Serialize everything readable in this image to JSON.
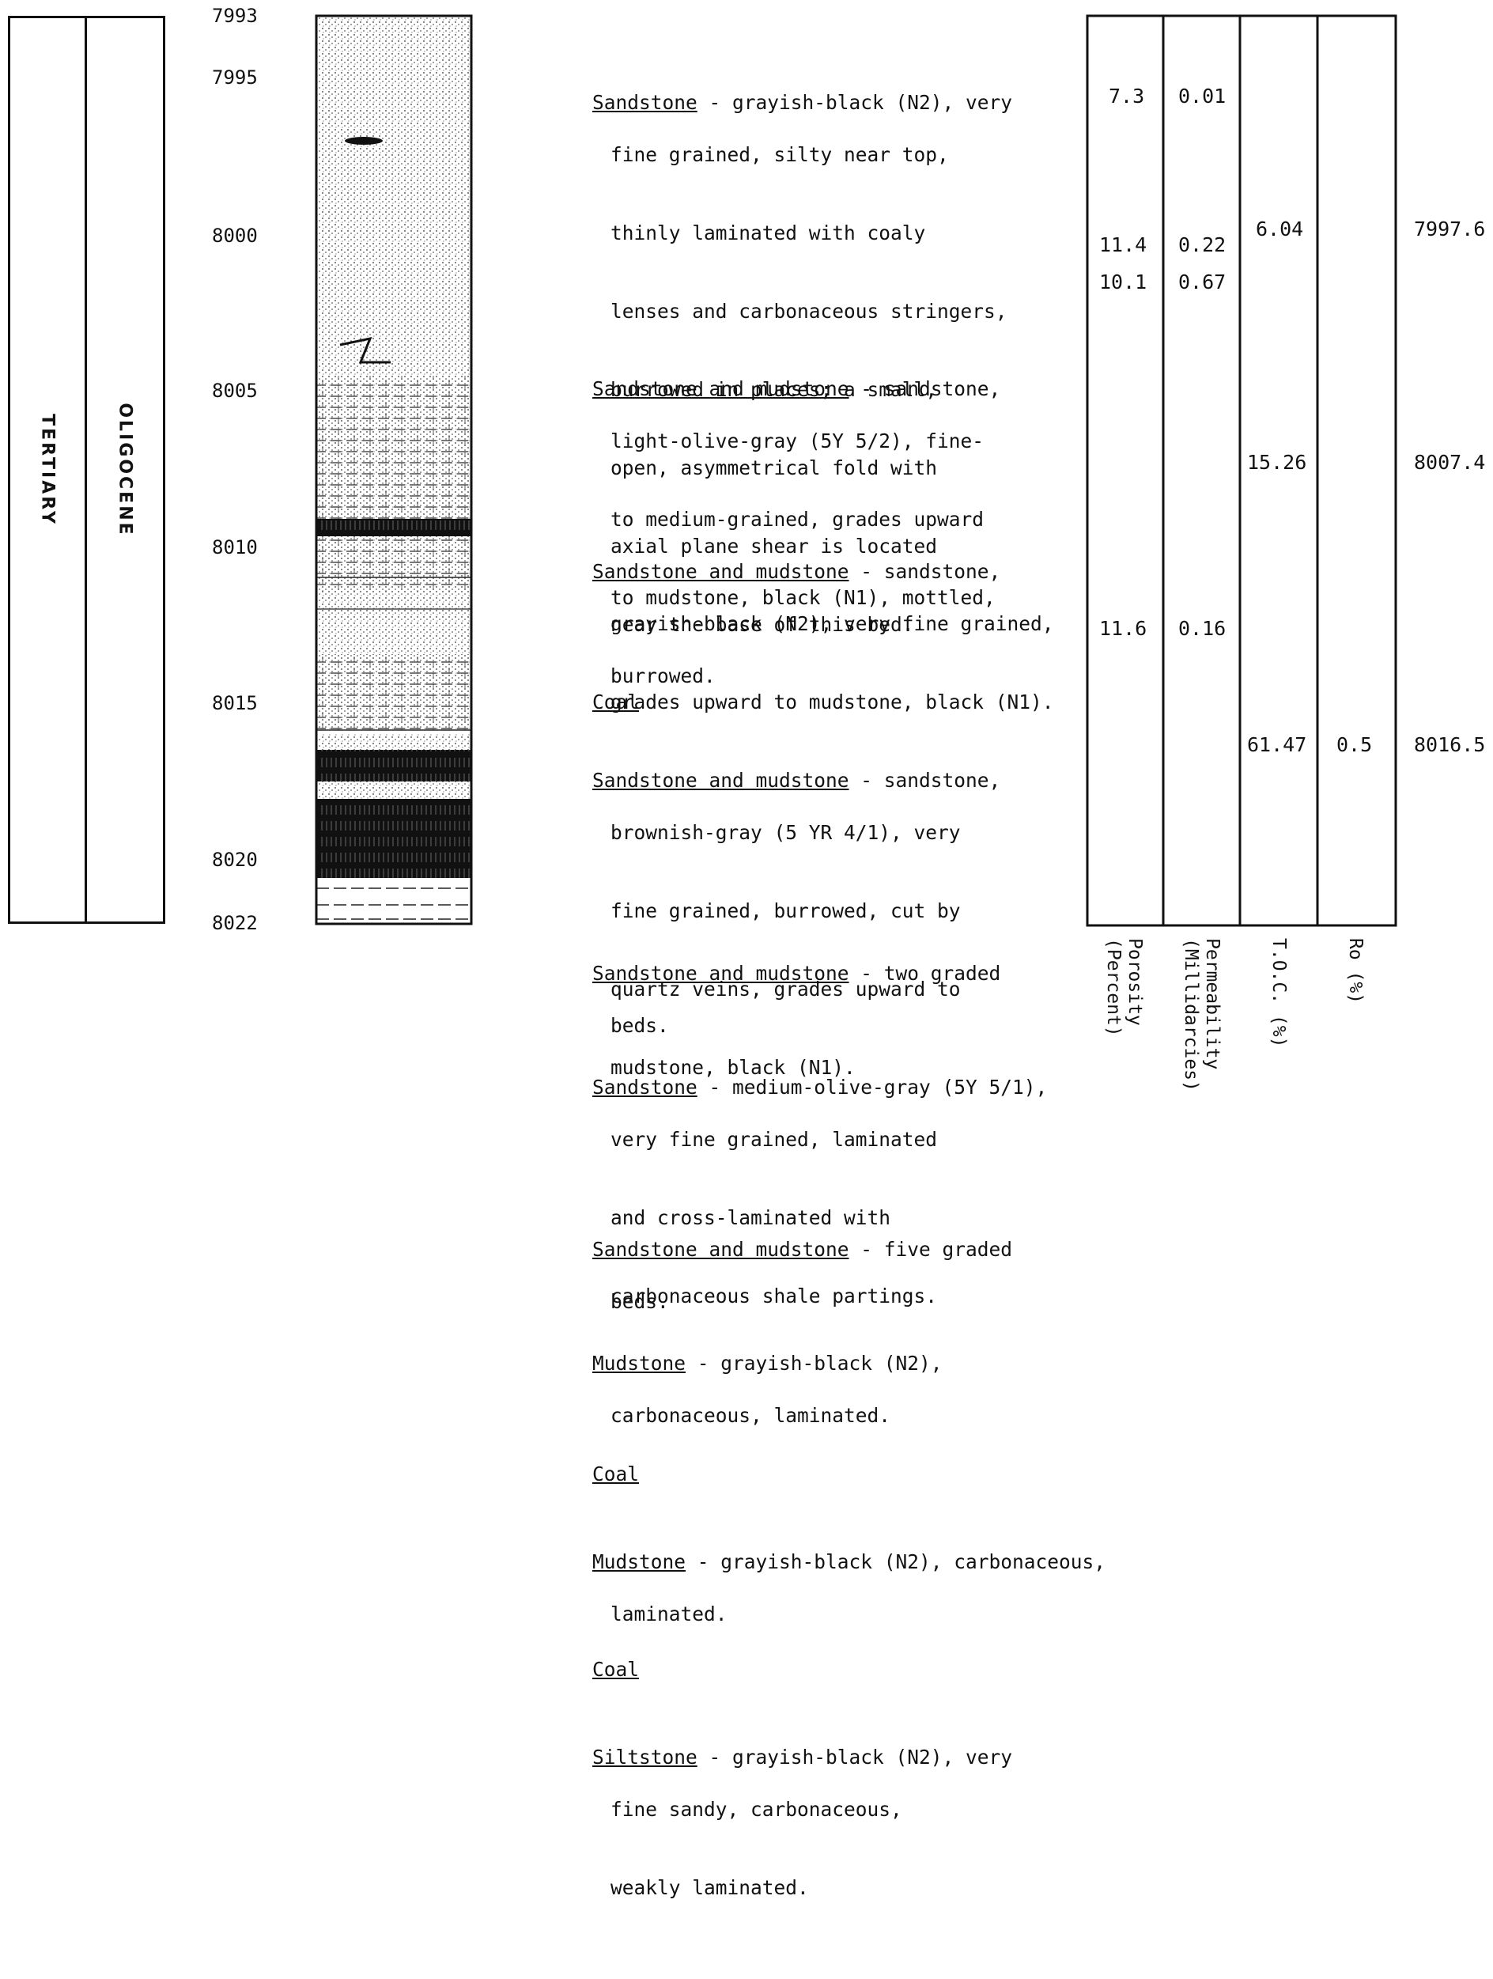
{
  "columns": {
    "era": "TERTIARY",
    "epoch": "OLIGOCENE"
  },
  "depths": [
    "7993",
    "7995",
    "8000",
    "8005",
    "8010",
    "8015",
    "8020",
    "8022"
  ],
  "descriptions": [
    {
      "head": "Sandstone",
      "first": " - grayish-black (N2), very",
      "lines": [
        "fine grained, silty near top,",
        "thinly laminated with coaly",
        "lenses and carbonaceous stringers,",
        "burrowed in places; a small,",
        "open, asymmetrical fold with",
        "axial plane shear is located",
        "near the base of this bed."
      ]
    },
    {
      "head": "Sandstone and mudstone",
      "first": " - sandstone,",
      "lines": [
        "light-olive-gray (5Y 5/2), fine-",
        "to medium-grained, grades upward",
        "to mudstone, black (N1), mottled,",
        "burrowed."
      ]
    },
    {
      "head": "Sandstone and mudstone",
      "first": " - sandstone,",
      "lines": [
        "grayish-black (N2), very fine grained,",
        "grades upward to mudstone, black (N1)."
      ]
    },
    {
      "head": "Coal",
      "first": "",
      "lines": []
    },
    {
      "head": "Sandstone and mudstone",
      "first": " - sandstone,",
      "lines": [
        "brownish-gray (5 YR 4/1), very",
        "fine grained, burrowed, cut by",
        "quartz veins, grades upward to",
        "mudstone, black (N1)."
      ]
    },
    {
      "head": "Sandstone and mudstone",
      "first": " - two graded",
      "lines": [
        "beds."
      ]
    },
    {
      "head": "Sandstone",
      "first": " - medium-olive-gray (5Y 5/1),",
      "lines": [
        "very fine grained, laminated",
        "and cross-laminated with",
        "carbonaceous shale partings."
      ]
    },
    {
      "head": "Sandstone and mudstone",
      "first": " - five graded",
      "lines": [
        "beds."
      ]
    },
    {
      "head": "Mudstone",
      "first": " - grayish-black (N2),",
      "lines": [
        "carbonaceous, laminated."
      ]
    },
    {
      "head": "Coal",
      "first": "",
      "lines": []
    },
    {
      "head": "Mudstone",
      "first": " - grayish-black (N2), carbonaceous,",
      "lines": [
        "laminated."
      ]
    },
    {
      "head": "Coal",
      "first": "",
      "lines": []
    },
    {
      "head": "Siltstone",
      "first": " - grayish-black (N2), very",
      "lines": [
        "fine sandy, carbonaceous,",
        "weakly laminated."
      ]
    }
  ],
  "measurements": {
    "porosity": [
      "7.3",
      "11.4",
      "10.1",
      "11.6"
    ],
    "permeability": [
      "0.01",
      "0.22",
      "0.67",
      "0.16"
    ],
    "toc": [
      "6.04",
      "15.26",
      "61.47"
    ],
    "ro": [
      "0.5"
    ],
    "sample_depths": [
      "7997.6",
      "8007.4",
      "8016.5"
    ]
  },
  "axis_labels": {
    "porosity": "Porosity\n(Percent)",
    "permeability": "Permeability\n(Millidarcies)",
    "toc": "T.O.C. (%)",
    "ro": "Ro (%)"
  }
}
